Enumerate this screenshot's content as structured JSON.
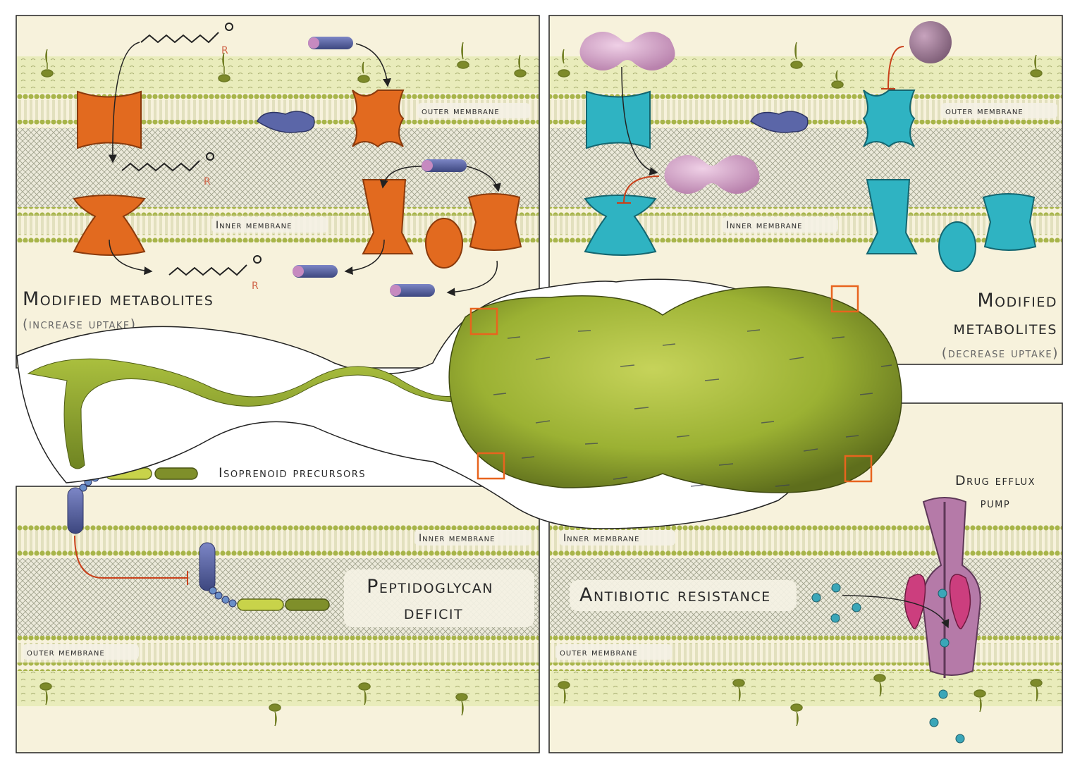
{
  "panels": {
    "top_left": {
      "outer_membrane": "outer membrane",
      "inner_membrane": "Inner membrane",
      "title": "Modified metabolites",
      "subtitle": "(increase uptake)",
      "r_group": "R",
      "oxygen": "O"
    },
    "top_right": {
      "outer_membrane": "outer membrane",
      "inner_membrane": "Inner membrane",
      "title_line1": "Modified",
      "title_line2": "metabolites",
      "subtitle": "(decrease uptake)"
    },
    "bottom_left": {
      "inner_membrane": "Inner membrane",
      "outer_membrane": "outer membrane",
      "precursors": "Isoprenoid precursors",
      "title_line1": "Peptidoglycan",
      "title_line2": "deficit"
    },
    "bottom_right": {
      "inner_membrane": "Inner membrane",
      "outer_membrane": "outer membrane",
      "pump_line1": "Drug efflux",
      "pump_line2": "pump",
      "title": "Antibiotic resistance"
    }
  },
  "colors": {
    "membrane_bg": "#f7f2dc",
    "lipid_head": "#a8b54a",
    "periplasm_mesh": "#c9cbb0",
    "orange_protein": "#e26a1f",
    "teal_protein": "#2fb3c2",
    "pink_molecule": "#d8a6cc",
    "blue_drug": "#5b66a8",
    "bacterium": "#9bb133",
    "callout_box": "#e8641e",
    "inhibit_line": "#c9401a",
    "efflux_pump": "#b57aa8",
    "efflux_accent": "#cc3e7e",
    "antibiotic_dot": "#3aa6b8"
  }
}
